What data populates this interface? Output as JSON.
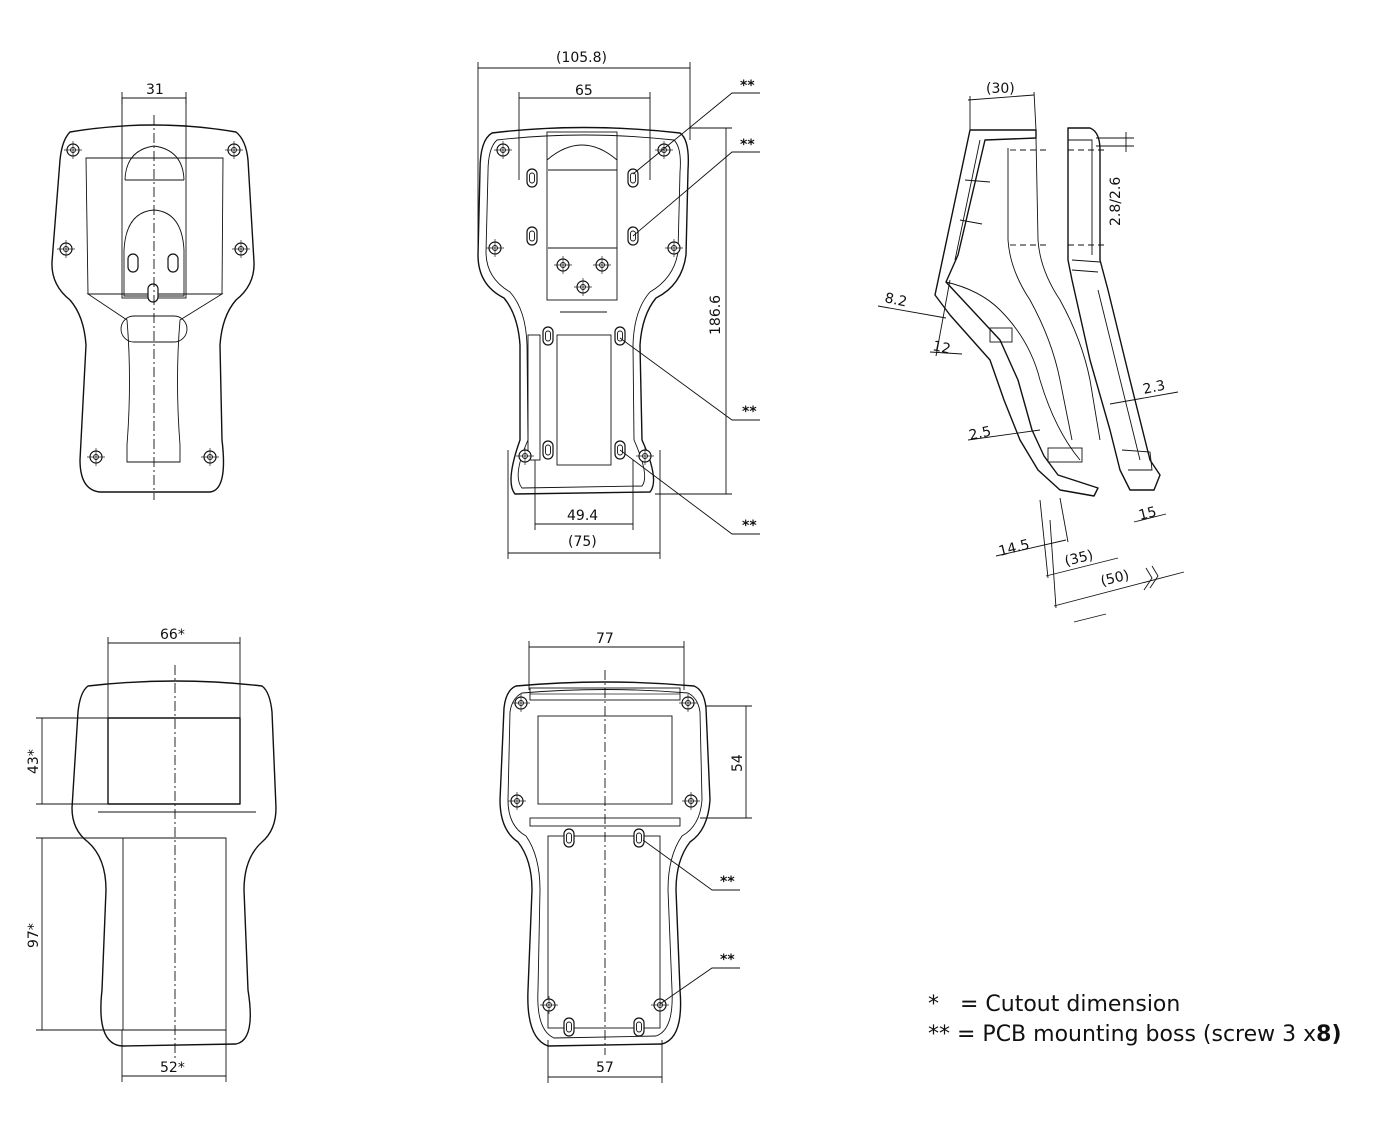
{
  "dimensions": {
    "v1_width": "31",
    "v2_overall_width": "(105.8)",
    "v2_boss_spacing_top": "65",
    "v2_height": "186.6",
    "v2_boss_spacing_bottom": "49.4",
    "v2_bottom_width": "(75)",
    "v3_top_depth": "(30)",
    "v3_wall_top": "2.8/2.6",
    "v3_angle_a": "8.2",
    "v3_angle_b": "12",
    "v3_wall_back": "2.3",
    "v3_wall_front": "2.5",
    "v3_bottom_a": "14.5",
    "v3_bottom_b": "(35)",
    "v3_bottom_c": "(50)",
    "v3_bottom_d": "15",
    "v4_cutout_width_top": "66*",
    "v4_cutout_height_top": "43*",
    "v4_cutout_height_bottom": "97*",
    "v4_cutout_width_bottom": "52*",
    "v5_width_top": "77",
    "v5_height_display": "54",
    "v5_width_bottom": "57"
  },
  "callouts": {
    "boss_marker": "**"
  },
  "legend": {
    "line1_mark": "*",
    "line1_text": "= Cutout dimension",
    "line2_mark": "**",
    "line2_text": "= PCB mounting boss (screw 3 x",
    "line2_bold": "8)"
  }
}
